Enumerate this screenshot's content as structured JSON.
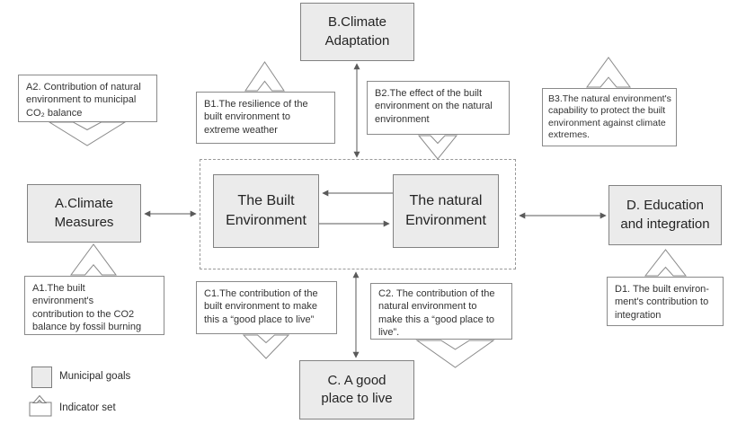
{
  "diagram": {
    "core": {
      "built": {
        "line1": "The Built",
        "line2": "Environment"
      },
      "natural": {
        "line1": "The natural",
        "line2": "Environment"
      }
    },
    "goals": {
      "a": {
        "line1": "A.Climate",
        "line2": "Measures"
      },
      "b": {
        "line1": "B.Climate",
        "line2": "Adaptation"
      },
      "c": {
        "line1": "C. A good",
        "line2": "place to live"
      },
      "d": {
        "line1": "D. Education",
        "line2": "and integration"
      }
    },
    "indicators": {
      "a1": {
        "lines": [
          "A1.The built",
          "environment's",
          "contribution to the CO2",
          "balance by fossil burning"
        ]
      },
      "a2": {
        "lines": [
          "A2. Contribution of natural",
          "environment to municipal",
          "CO₂ balance"
        ]
      },
      "b1": {
        "lines": [
          "B1.The resilience of the",
          "built environment to",
          "extreme weather"
        ]
      },
      "b2": {
        "lines": [
          "B2.The effect of the built",
          "environment on the natural",
          "environment"
        ]
      },
      "b3": {
        "lines": [
          "B3.The natural environment's",
          "capability to protect the built",
          "environment against climate",
          "extremes."
        ]
      },
      "c1": {
        "lines": [
          "C1.The contribution of the",
          "built environment to make",
          "this a “good place to live”"
        ]
      },
      "c2": {
        "lines": [
          "C2. The contribution of the",
          "natural environment to",
          "make this a “good place to",
          "live”."
        ]
      },
      "d1": {
        "lines": [
          "D1. The built environ-",
          "ment's contribution to",
          "integration"
        ]
      }
    },
    "legend": {
      "municipal_goals": "Municipal goals",
      "indicator_set": "Indicator set"
    },
    "colors": {
      "goal_fill": "#ebebeb",
      "box_border": "#828282",
      "line": "#5a5a5a"
    }
  }
}
